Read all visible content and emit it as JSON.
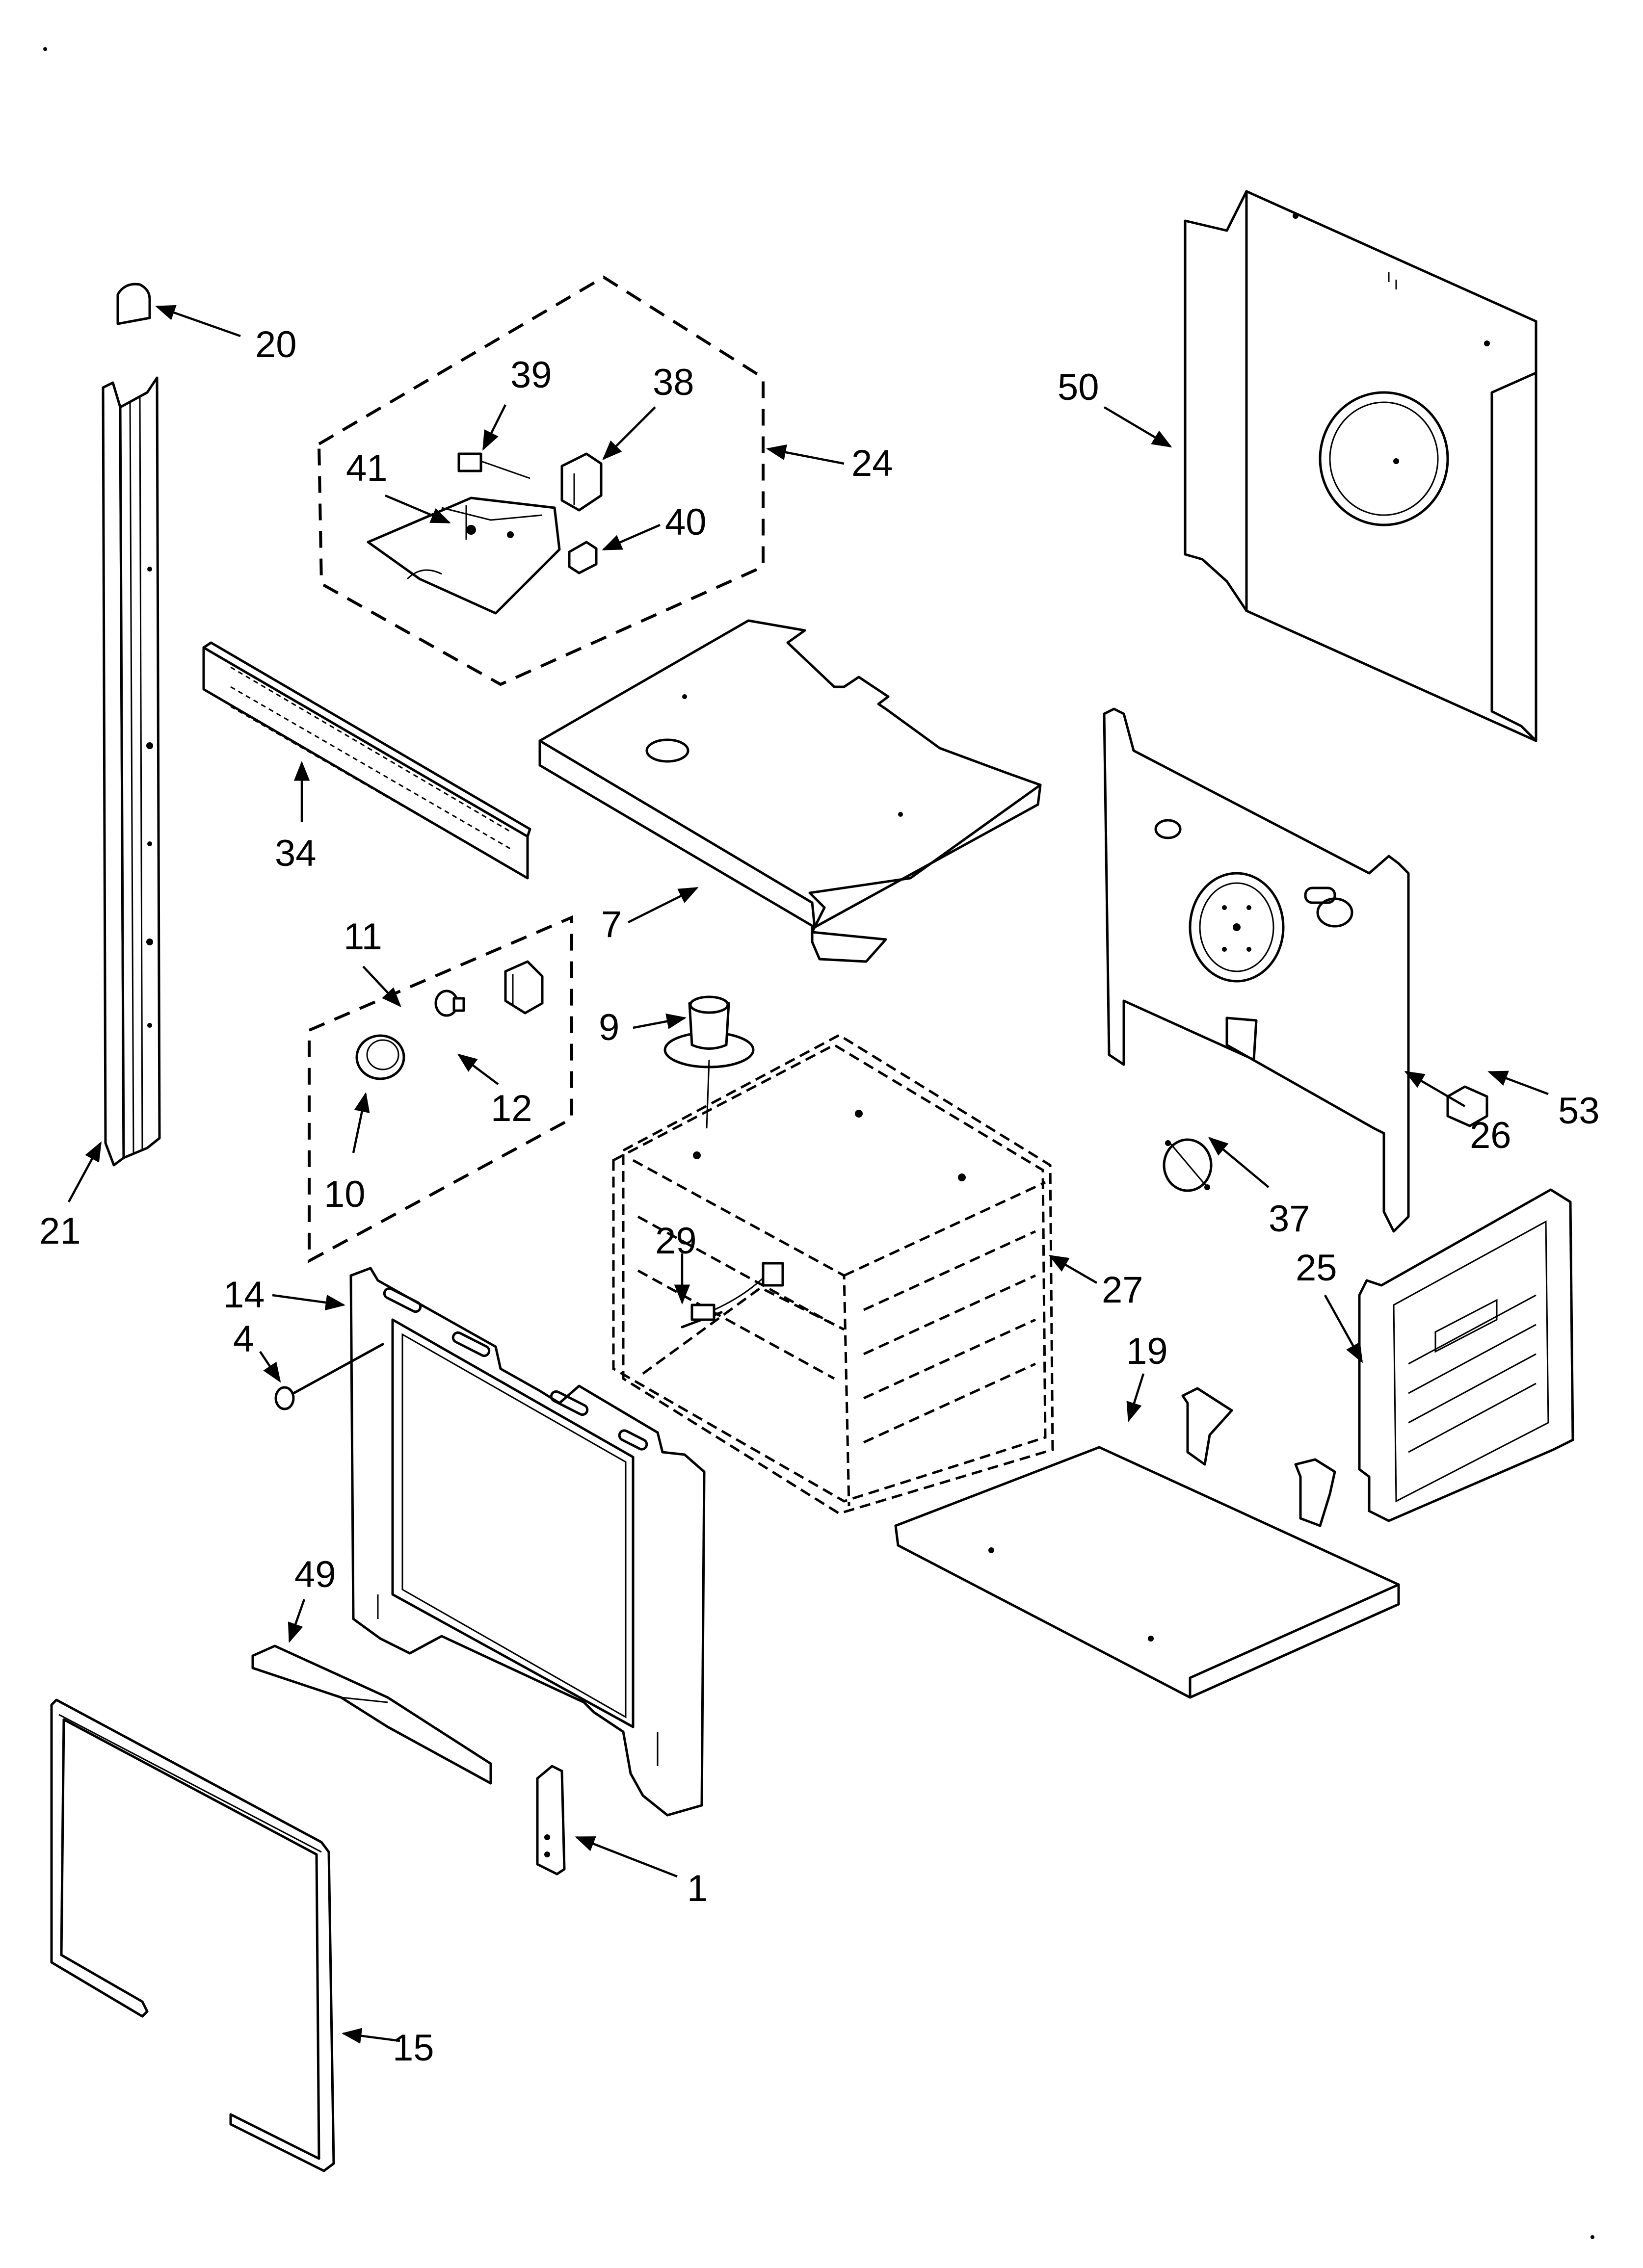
{
  "diagram": {
    "callouts": {
      "c20": "20",
      "c21": "21",
      "c39": "39",
      "c38": "38",
      "c41": "41",
      "c24": "24",
      "c40": "40",
      "c34": "34",
      "c50": "50",
      "c7": "7",
      "c11": "11",
      "c9": "9",
      "c12": "12",
      "c10": "10",
      "c26": "26",
      "c53": "53",
      "c37": "37",
      "c29": "29",
      "c14": "14",
      "c4": "4",
      "c27": "27",
      "c25": "25",
      "c19": "19",
      "c49": "49",
      "c1": "1",
      "c15": "15"
    }
  }
}
